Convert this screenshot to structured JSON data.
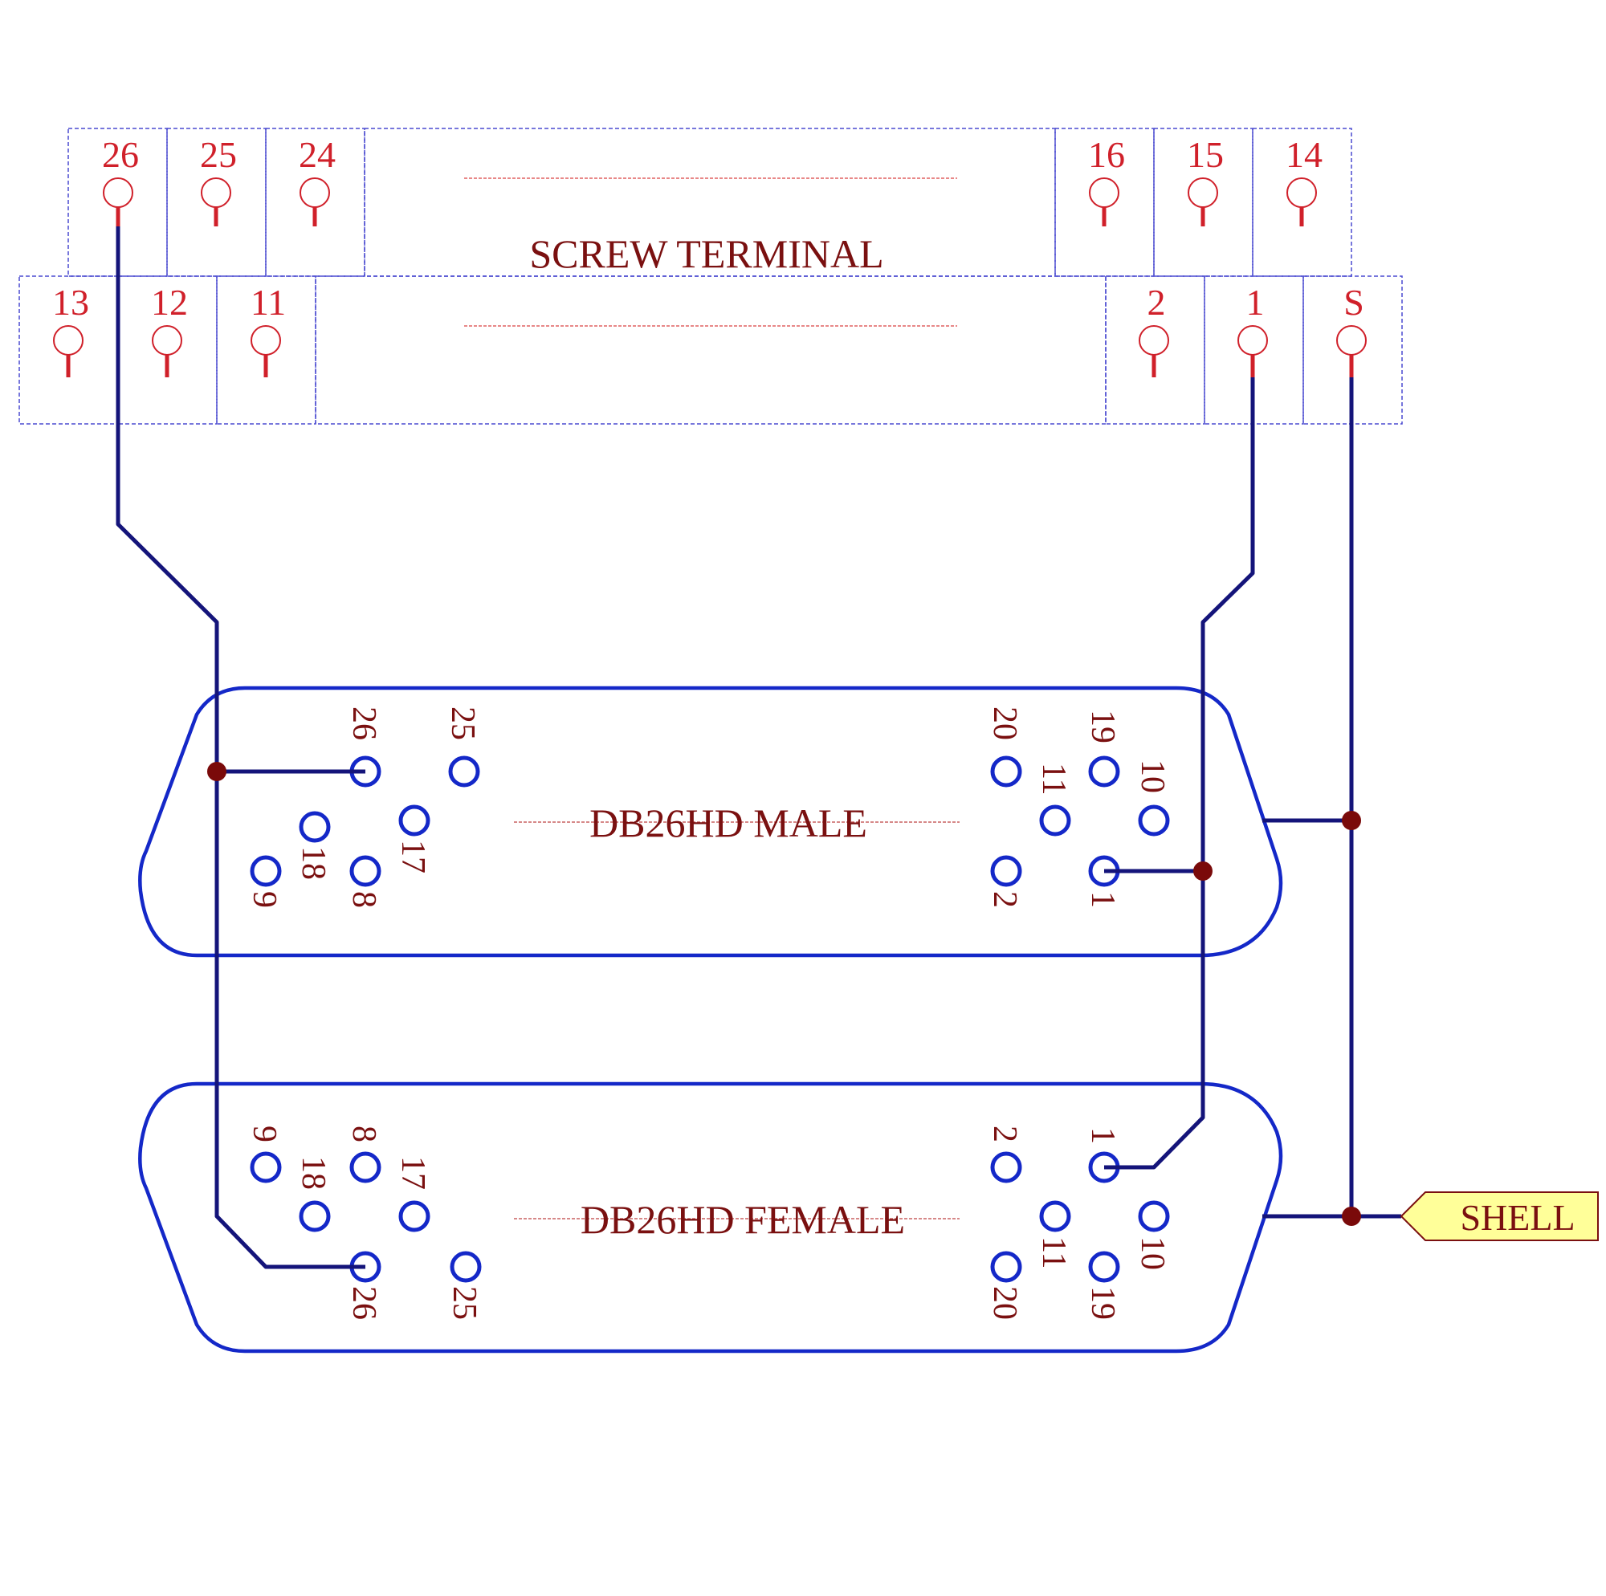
{
  "terminal": {
    "title": "SCREW TERMINAL",
    "top_row": [
      "26",
      "25",
      "24",
      "16",
      "15",
      "14"
    ],
    "bottom_row": [
      "13",
      "12",
      "11",
      "2",
      "1",
      "S"
    ]
  },
  "male": {
    "title": "DB26HD   MALE",
    "pins": [
      "26",
      "25",
      "20",
      "19",
      "10",
      "11",
      "17",
      "18",
      "8",
      "9",
      "2",
      "1"
    ]
  },
  "female": {
    "title": "DB26HD   FEMALE",
    "pins": [
      "9",
      "8",
      "18",
      "17",
      "2",
      "1",
      "11",
      "10",
      "26",
      "25",
      "20",
      "19"
    ]
  },
  "shell_tag": "SHELL",
  "colors": {
    "terminal": "#d0202a",
    "connector": "#1428c8",
    "wire": "#14147a",
    "junction": "#7a0a0a",
    "text": "#7a1010",
    "tag_fill": "#ffff99"
  }
}
